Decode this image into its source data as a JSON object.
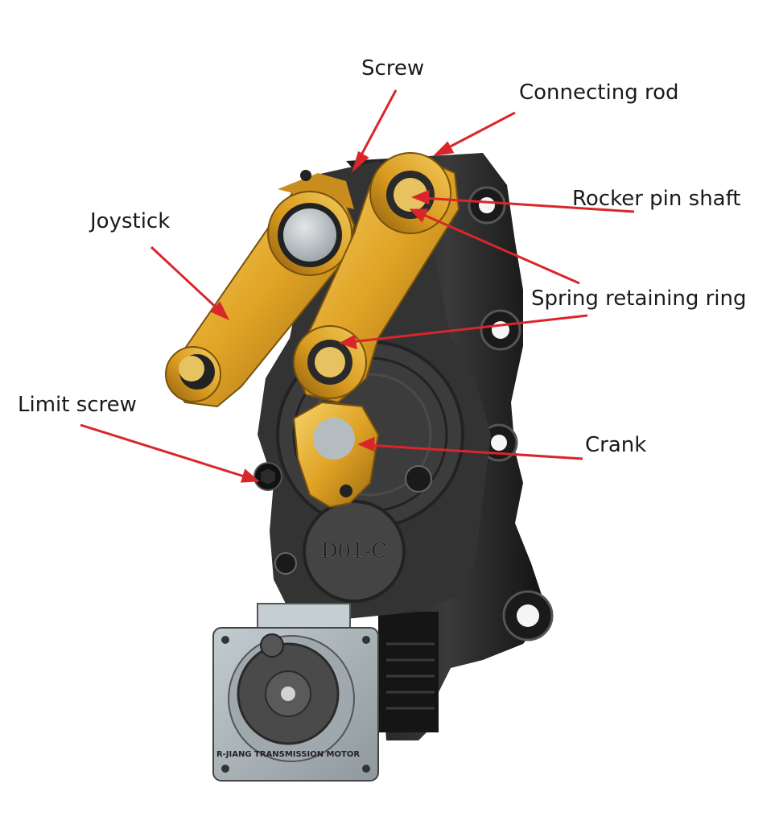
{
  "labels": {
    "screw": "Screw",
    "connecting_rod": "Connecting rod",
    "rocker_pin_shaft": "Rocker pin shaft",
    "joystick": "Joystick",
    "spring_retaining_ring": "Spring retaining ring",
    "limit_screw": "Limit screw",
    "crank": "Crank"
  },
  "markings": {
    "model": "D01-C",
    "motor_ring": "R-JIANG TRANSMISSION MOTOR"
  },
  "colors": {
    "arrow": "#d9262b",
    "gold": "#e0a325",
    "housing": "#2a2a2a",
    "motor_plate": "#a9b3b8"
  }
}
